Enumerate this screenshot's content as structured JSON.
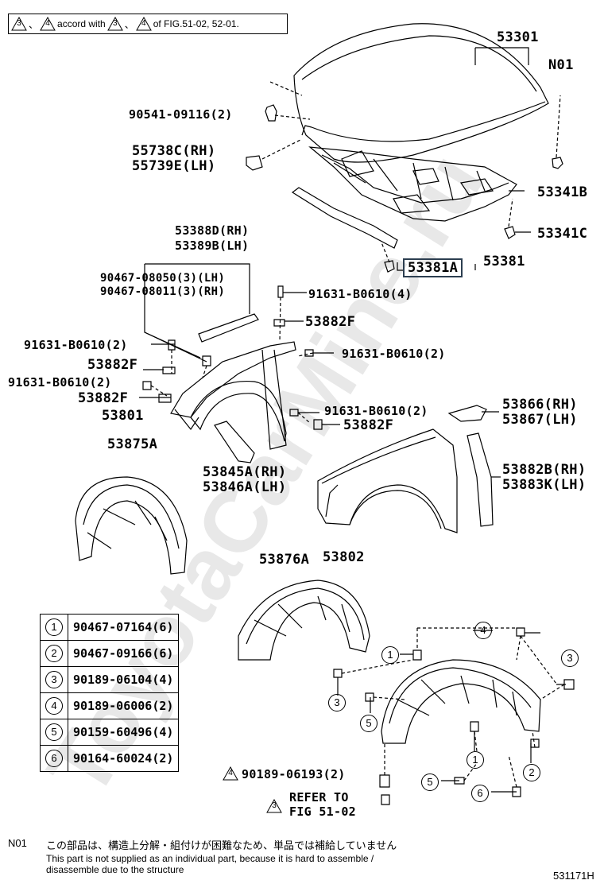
{
  "top_note": {
    "m1": "3",
    "sep": "、",
    "m2": "4",
    "text1": "accord with",
    "m3": "3",
    "sep2": "、",
    "m4": "4",
    "text2": "of FIG.51-02, 52-01."
  },
  "labels": {
    "p53301": "53301",
    "n01": "N01",
    "p90541": "90541-09116(2)",
    "p55738": "55738C(RH)",
    "p55739": "55739E(LH)",
    "p53341b": "53341B",
    "p53341c": "53341C",
    "p53381": "53381",
    "p53381a": "53381A",
    "p53388d": "53388D(RH)",
    "p53389b": "53389B(LH)",
    "p90467a": "90467-08050(3)(LH)",
    "p90467b": "90467-08011(3)(RH)",
    "p91631a": "91631-B0610(4)",
    "p53882f_a": "53882F",
    "p91631b": "91631-B0610(2)",
    "p91631c": "91631-B0610(2)",
    "p53882f_b": "53882F",
    "p91631d": "91631-B0610(2)",
    "p53882f_c": "53882F",
    "p53801": "53801",
    "p91631e": "91631-B0610(2)",
    "p53882f_d": "53882F",
    "p53866": "53866(RH)",
    "p53867": "53867(LH)",
    "p53875a": "53875A",
    "p53845a": "53845A(RH)",
    "p53846a": "53846A(LH)",
    "p53882b": "53882B(RH)",
    "p53883k": "53883K(LH)",
    "p53876a": "53876A",
    "p53802": "53802",
    "p90189_06193": "90189-06193(2)",
    "refer_to": "REFER TO",
    "fig": "FIG 51-02"
  },
  "ref_marks": {
    "tri4": "4",
    "tri3": "3"
  },
  "callouts": [
    {
      "id": "c1",
      "num": "1"
    },
    {
      "id": "c2",
      "num": "1"
    },
    {
      "id": "c3",
      "num": "2"
    },
    {
      "id": "c4",
      "num": "3"
    },
    {
      "id": "c5",
      "num": "3"
    },
    {
      "id": "c6",
      "num": "4"
    },
    {
      "id": "c7",
      "num": "5"
    },
    {
      "id": "c8",
      "num": "5"
    },
    {
      "id": "c9",
      "num": "6"
    }
  ],
  "table": [
    {
      "num": "1",
      "part": "90467-07164(6)"
    },
    {
      "num": "2",
      "part": "90467-09166(6)"
    },
    {
      "num": "3",
      "part": "90189-06104(4)"
    },
    {
      "num": "4",
      "part": "90189-06006(2)"
    },
    {
      "num": "5",
      "part": "90159-60496(4)"
    },
    {
      "num": "6",
      "part": "90164-60024(2)"
    }
  ],
  "footnote": {
    "code": "N01",
    "jp": "この部品は、構造上分解・組付けが困難なため、単品では補給していません",
    "en1": "This part is not supplied as an individual part, because it is hard to assemble /",
    "en2": "disassemble due to the structure"
  },
  "fig_code": "531171H",
  "watermark": "ToyotaCarMine.ru",
  "colors": {
    "highlight_border": "#2c3e50",
    "watermark": "#c8c8c8"
  }
}
